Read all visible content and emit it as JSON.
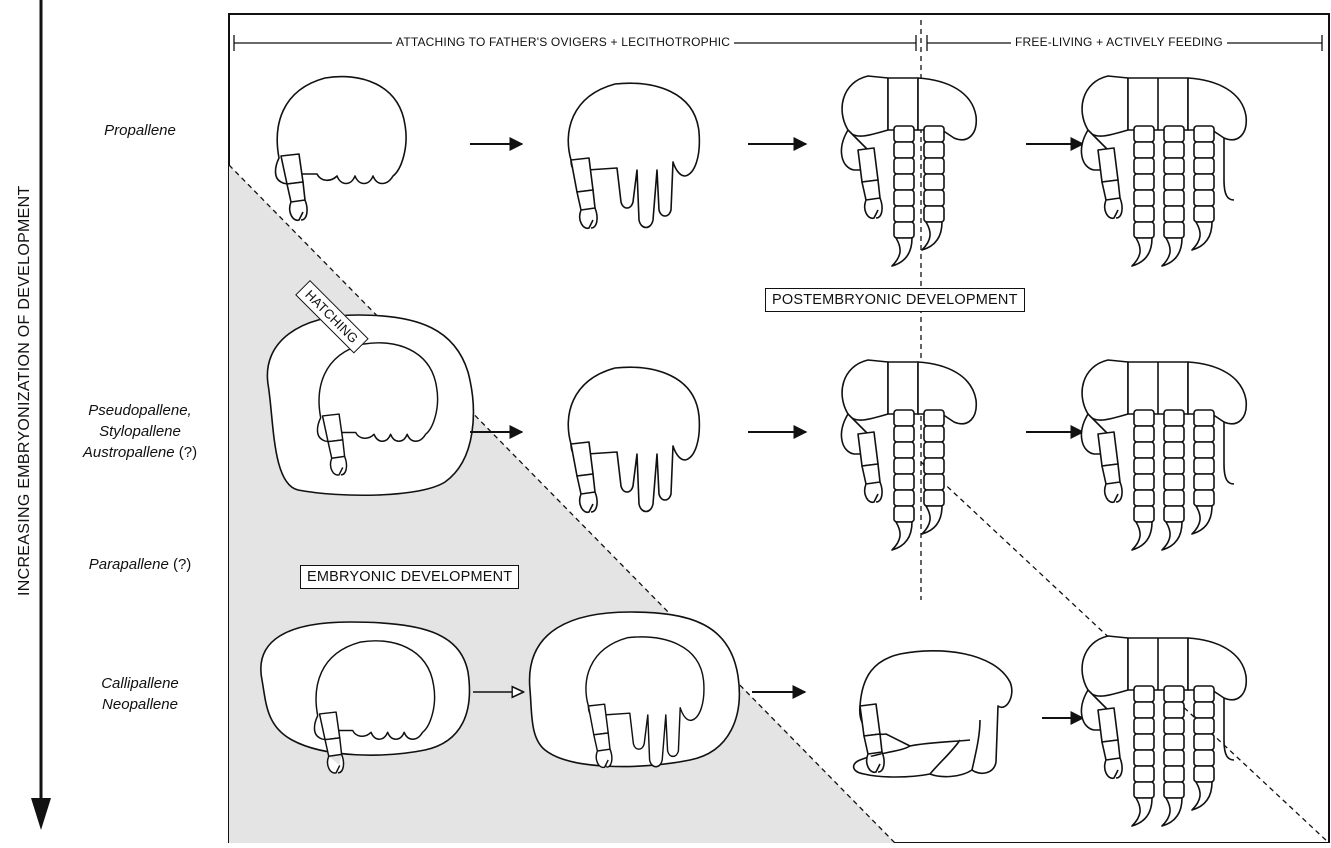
{
  "axis": {
    "label": "INCREASING EMBRYONIZATION OF DEVELOPMENT"
  },
  "header": {
    "left_span": "ATTACHING TO FATHER'S OVIGERS + LECITHOTROPHIC",
    "right_span": "FREE-LIVING + ACTIVELY FEEDING"
  },
  "rows": [
    {
      "lines": [
        "Propallene"
      ],
      "suffix": [
        ""
      ]
    },
    {
      "lines": [
        "Pseudopallene,",
        "Stylopallene",
        "Austropallene"
      ],
      "suffix": [
        "",
        "",
        " (?)"
      ]
    },
    {
      "lines": [
        "Parapallene"
      ],
      "suffix": [
        " (?)"
      ]
    },
    {
      "lines": [
        "Callipallene",
        "Neopallene"
      ],
      "suffix": [
        "",
        ""
      ]
    }
  ],
  "regions": {
    "hatching": "HATCHING",
    "postembryonic": "POSTEMBRYONIC DEVELOPMENT",
    "embryonic": "EMBRYONIC DEVELOPMENT"
  },
  "colors": {
    "embryonic_shade": "#e4e4e4",
    "line": "#111111"
  }
}
